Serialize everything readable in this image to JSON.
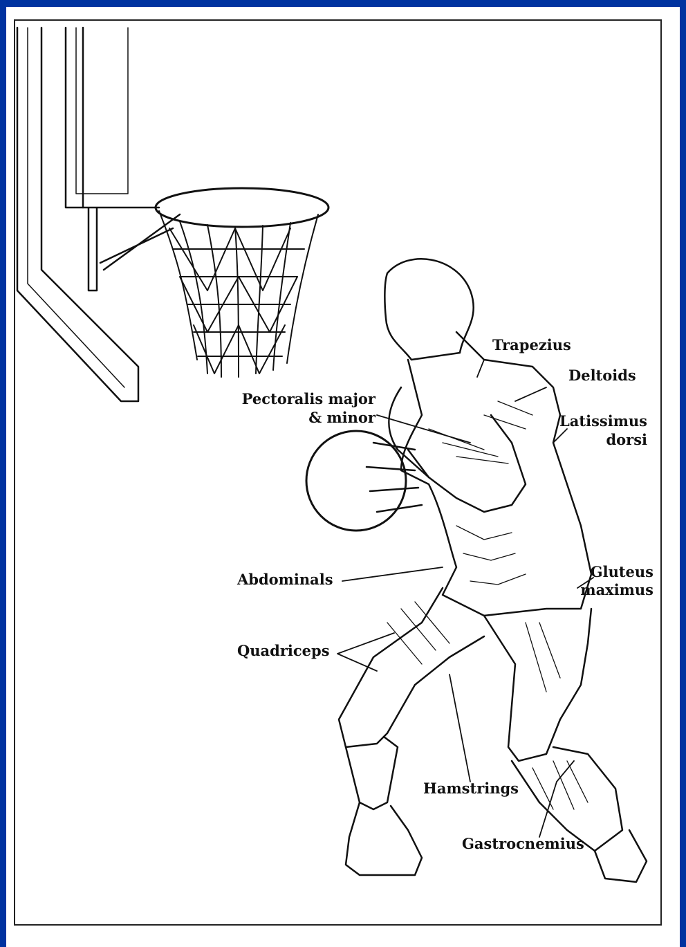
{
  "labels": {
    "trapezius": "Trapezius",
    "deltoids": "Deltoids",
    "pectoralis_1": "Pectoralis major",
    "pectoralis_2": "& minor",
    "latissimus_1": "Latissimus",
    "latissimus_2": "dorsi",
    "abdominals": "Abdominals",
    "gluteus_1": "Gluteus",
    "gluteus_2": "maximus",
    "quadriceps": "Quadriceps",
    "hamstrings": "Hamstrings",
    "gastrocnemius": "Gastrocnemius"
  },
  "colors": {
    "edge": "#0033a0",
    "ink": "#111111"
  }
}
